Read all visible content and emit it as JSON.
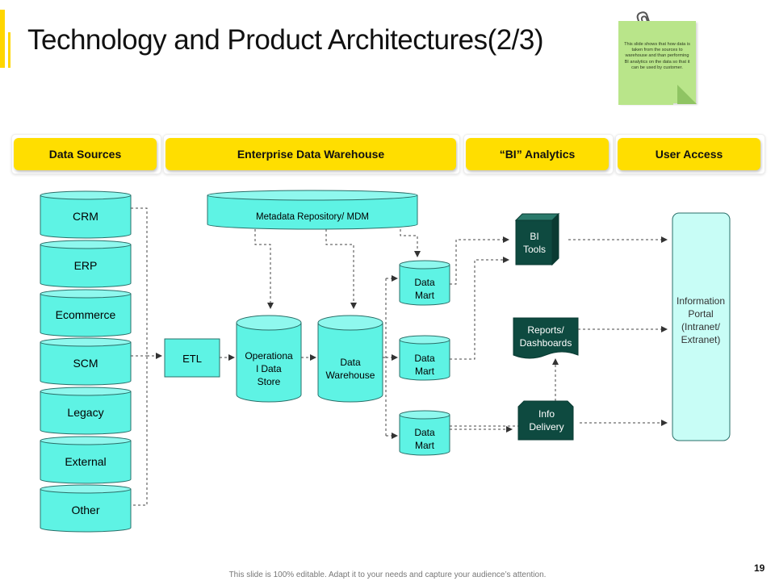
{
  "title": "Technology and Product Architectures(2/3)",
  "note": "This slide shows that how data is taken from the sources to warehouse and than performing BI analytics on the data so that it can be used by customer.",
  "headers": {
    "data_sources": "Data Sources",
    "edw": "Enterprise Data Warehouse",
    "bi": "“BI” Analytics",
    "user_access": "User Access"
  },
  "sources": [
    "CRM",
    "ERP",
    "Ecommerce",
    "SCM",
    "Legacy",
    "External",
    "Other"
  ],
  "etl": "ETL",
  "metadata": "Metadata Repository/ MDM",
  "ods": [
    "Operationa",
    "l Data",
    "Store"
  ],
  "warehouse": [
    "Data",
    "Warehouse"
  ],
  "mart": [
    "Data",
    "Mart"
  ],
  "bi_tools": [
    "BI",
    "Tools"
  ],
  "reports": [
    "Reports/",
    "Dashboards"
  ],
  "info_delivery": [
    "Info",
    "Delivery"
  ],
  "portal": [
    "Information",
    "Portal",
    "(Intranet/",
    "Extranet)"
  ],
  "footer": "This slide is 100% editable. Adapt it to your needs and capture your audience’s attention.",
  "page_number": "19",
  "colors": {
    "accent": "#ffde00",
    "cyan": "#5ef3e4",
    "dark_teal": "#0e4a40",
    "portal": "#c8fdf6",
    "note": "#b9e58a"
  }
}
